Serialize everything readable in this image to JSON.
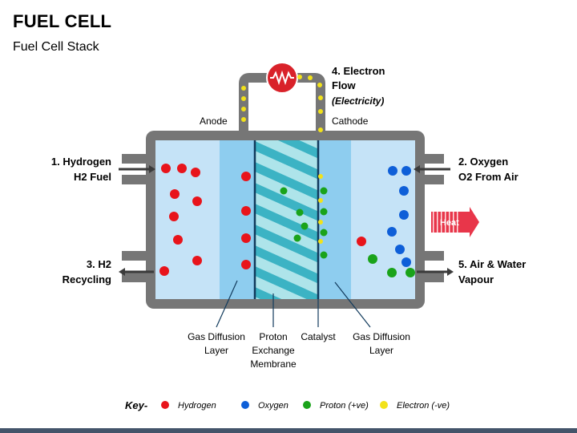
{
  "header": {
    "title": "FUEL CELL",
    "subtitle": "Fuel Cell Stack"
  },
  "labels": {
    "electron_flow_line1": "4. Electron",
    "electron_flow_line2": "Flow",
    "electron_flow_sub": "(Electricity)",
    "anode": "Anode",
    "cathode": "Cathode",
    "hydrogen_in_line1": "1. Hydrogen",
    "hydrogen_in_line2": "H2 Fuel",
    "oxygen_in_line1": "2. Oxygen",
    "oxygen_in_line2": "O2 From Air",
    "h2_recycling_line1": "3. H2",
    "h2_recycling_line2": "Recycling",
    "air_water_line1": "5. Air & Water",
    "air_water_line2": "Vapour",
    "heat": "Heat",
    "gdl_left_line1": "Gas Diffusion",
    "gdl_left_line2": "Layer",
    "pem_line1": "Proton",
    "pem_line2": "Exchange",
    "pem_line3": "Membrane",
    "catalyst": "Catalyst",
    "gdl_right_line1": "Gas Diffusion",
    "gdl_right_line2": "Layer"
  },
  "key": {
    "title": "Key-",
    "items": [
      {
        "label": "Hydrogen",
        "color": "#e8141b"
      },
      {
        "label": "Oxygen",
        "color": "#0e5fd8"
      },
      {
        "label": "Proton (+ve)",
        "color": "#1aa31a"
      },
      {
        "label": "Electron (-ve)",
        "color": "#f2e21a"
      }
    ]
  },
  "colors": {
    "casing": "#767676",
    "chamber": "#c5e3f7",
    "gdl": "#8ecdef",
    "membrane": "#aee4ea",
    "stripe": "#3cb3c4",
    "dark_line": "#113a5c",
    "resistor": "#d9222a",
    "heat": "#e8364a"
  },
  "icons": {
    "resistor": "resistor-icon",
    "heat": "heat-arrow-icon"
  }
}
